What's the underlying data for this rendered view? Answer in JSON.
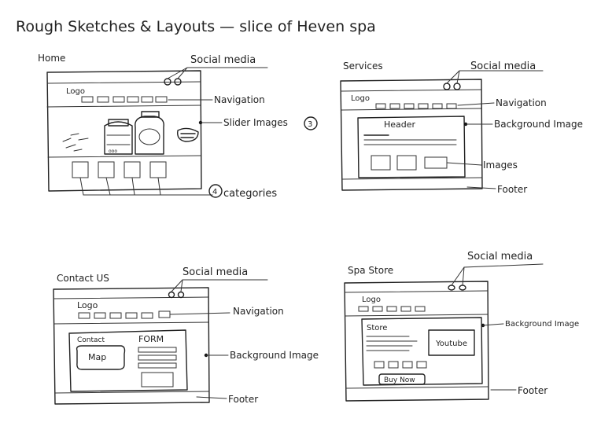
{
  "title": "Rough Sketches & Layouts — slice of Heven spa",
  "panels": {
    "home": {
      "page_label": "Home",
      "social_media": "Social media",
      "logo": "Logo",
      "navigation": "Navigation",
      "slider": "Slider Images",
      "slider_count": "3",
      "categories_count": "4",
      "categories": "categories"
    },
    "services": {
      "page_label": "Services",
      "social_media": "Social media",
      "logo": "Logo",
      "navigation": "Navigation",
      "header": "Header",
      "background": "Background Image",
      "images": "Images",
      "footer": "Footer"
    },
    "contact": {
      "page_label": "Contact US",
      "social_media": "Social media",
      "logo": "Logo",
      "navigation": "Navigation",
      "contact": "Contact",
      "map": "Map",
      "form": "FORM",
      "background": "Background Image",
      "footer": "Footer"
    },
    "store": {
      "page_label": "Spa Store",
      "social_media": "Social media",
      "logo": "Logo",
      "store": "Store",
      "youtube": "Youtube",
      "buy_now": "Buy Now",
      "background": "Background Image",
      "footer": "Footer"
    }
  }
}
